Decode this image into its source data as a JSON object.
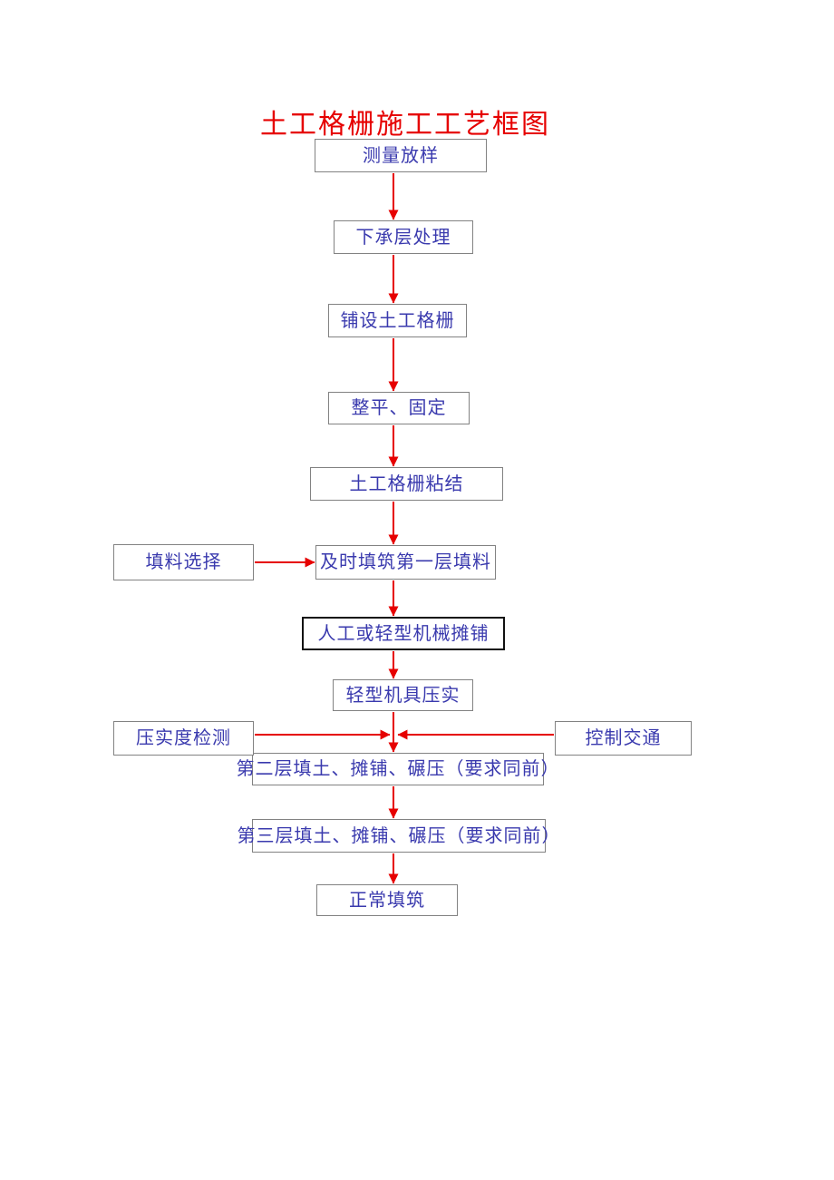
{
  "title": "土工格栅施工工艺框图",
  "colors": {
    "title_text": "#e60000",
    "node_text": "#3a3aae",
    "node_border": "#828282",
    "emphasis_node_border": "#111111",
    "arrow": "#e60000",
    "background": "#ffffff"
  },
  "flow": {
    "nodes": [
      {
        "label": "测量放样"
      },
      {
        "label": "下承层处理"
      },
      {
        "label": "铺设土工格栅"
      },
      {
        "label": "整平、固定"
      },
      {
        "label": "土工格栅粘结"
      },
      {
        "label": "及时填筑第一层填料"
      },
      {
        "label": "人工或轻型机械摊铺"
      },
      {
        "label": "轻型机具压实"
      },
      {
        "label": "第二层填土、摊铺、碾压（要求同前）"
      },
      {
        "label": "第三层填土、摊铺、碾压（要求同前）"
      },
      {
        "label": "正常填筑"
      }
    ],
    "side_nodes": [
      {
        "label": "填料选择",
        "side": "left",
        "connects_to": "及时填筑第一层填料"
      },
      {
        "label": "压实度检测",
        "side": "left",
        "connects_to": "第二层填土、摊铺、碾压（要求同前）"
      },
      {
        "label": "控制交通",
        "side": "right",
        "connects_to": "第二层填土、摊铺、碾压（要求同前）"
      }
    ]
  }
}
